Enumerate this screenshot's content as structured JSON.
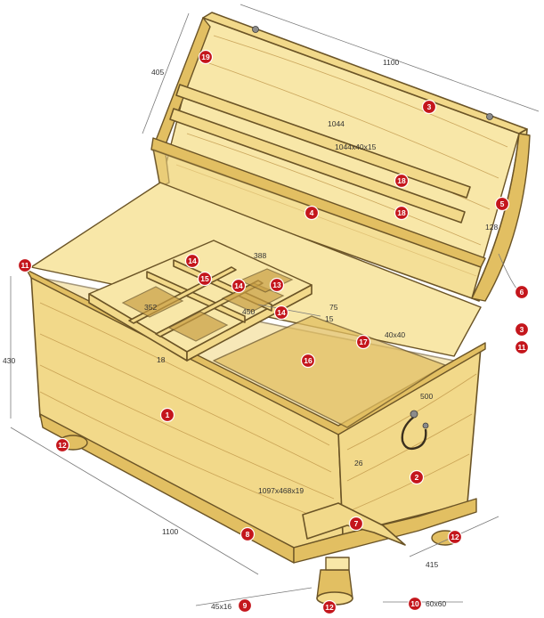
{
  "part_numbers": [
    "1",
    "2",
    "3",
    "3",
    "4",
    "5",
    "6",
    "7",
    "8",
    "9",
    "10",
    "11",
    "11",
    "12",
    "12",
    "12",
    "13",
    "14",
    "14",
    "14",
    "15",
    "16",
    "17",
    "18",
    "18",
    "19"
  ],
  "dimensions": {
    "lid_width": "1100",
    "lid_height": "405",
    "lid_inner": "1044",
    "lid_slat": "1044x40x15",
    "side_curve": "128",
    "body_height": "430",
    "tray_depth": "388",
    "tray_352": "352",
    "tray_450": "450",
    "cleat": "75",
    "cleat_thick": "15",
    "batten": "40x40",
    "front_18": "18",
    "side_500": "500",
    "side_26": "26",
    "front_panel": "1097x468x19",
    "base_length": "1100",
    "base_depth": "415",
    "foot_45": "45x16",
    "foot_60": "60x60"
  },
  "colors": {
    "wood": "#f2d98a",
    "badge": "#c4161c",
    "outline": "#6b5426"
  }
}
